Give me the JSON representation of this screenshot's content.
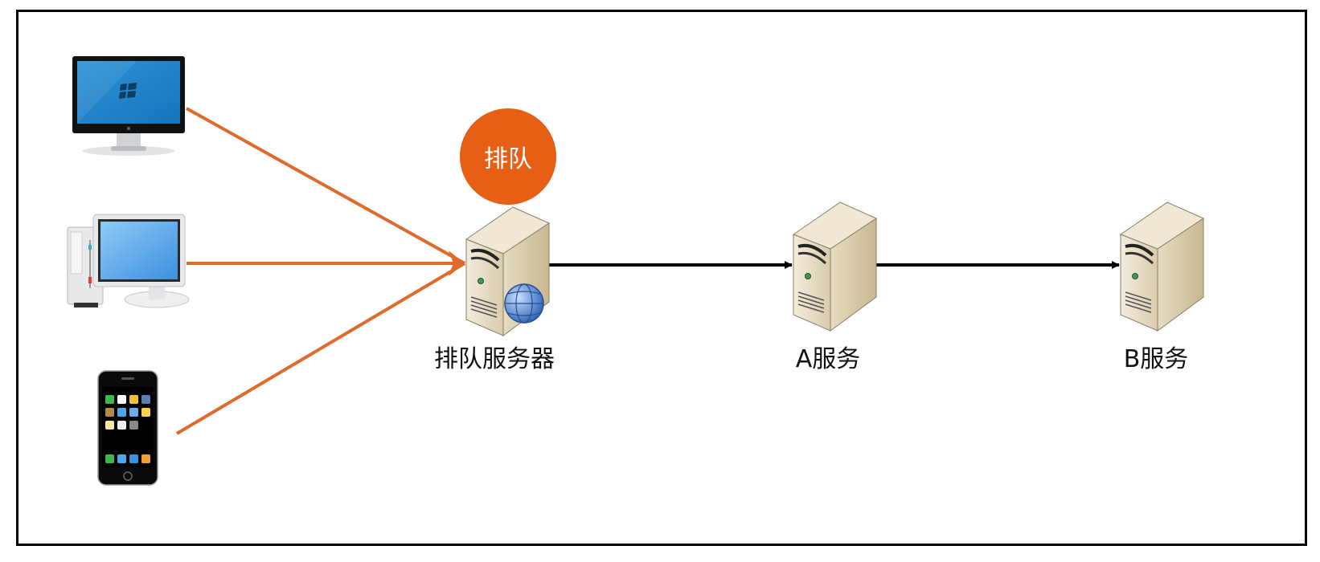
{
  "diagram": {
    "title": "",
    "colors": {
      "client_edge": "#e06a2c",
      "service_edge": "#000000",
      "badge": "#e65f14",
      "badge_text": "#ffffff",
      "frame": "#000000"
    },
    "badge": {
      "label": "排队",
      "attached_to": "queue-server"
    },
    "clients": [
      {
        "id": "windows-monitor",
        "icon": "desktop-monitor-icon",
        "label": ""
      },
      {
        "id": "desktop-pc",
        "icon": "desktop-computer-icon",
        "label": ""
      },
      {
        "id": "smartphone",
        "icon": "smartphone-icon",
        "label": ""
      }
    ],
    "servers": [
      {
        "id": "queue-server",
        "icon": "web-server-icon",
        "label": "排队服务器"
      },
      {
        "id": "service-a",
        "icon": "server-icon",
        "label": "A服务"
      },
      {
        "id": "service-b",
        "icon": "server-icon",
        "label": "B服务"
      }
    ],
    "edges": [
      {
        "from": "windows-monitor",
        "to": "queue-server",
        "style": "client"
      },
      {
        "from": "desktop-pc",
        "to": "queue-server",
        "style": "client"
      },
      {
        "from": "smartphone",
        "to": "queue-server",
        "style": "client"
      },
      {
        "from": "queue-server",
        "to": "service-a",
        "style": "service"
      },
      {
        "from": "service-a",
        "to": "service-b",
        "style": "service"
      }
    ]
  }
}
